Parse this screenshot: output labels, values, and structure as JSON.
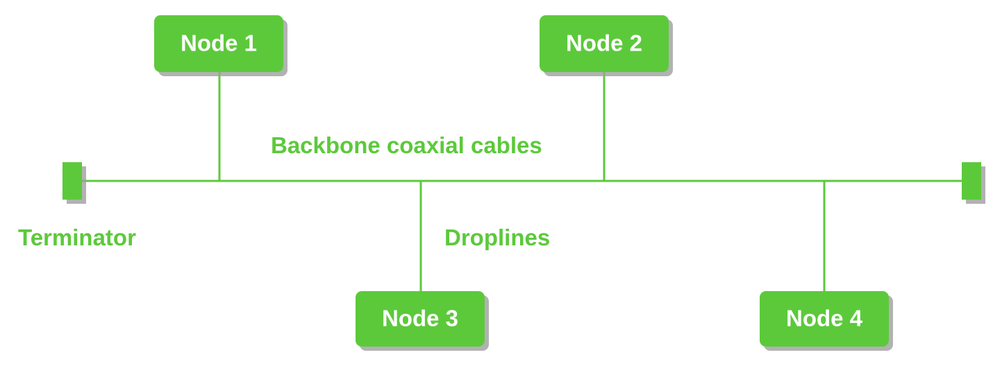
{
  "colors": {
    "accent": "#5cc93b",
    "node_text": "#ffffff",
    "shadow": "#9e9e9e"
  },
  "nodes": [
    {
      "label": "Node 1"
    },
    {
      "label": "Node 2"
    },
    {
      "label": "Node 3"
    },
    {
      "label": "Node 4"
    }
  ],
  "labels": {
    "backbone": "Backbone coaxial cables",
    "droplines": "Droplines",
    "terminator": "Terminator"
  }
}
